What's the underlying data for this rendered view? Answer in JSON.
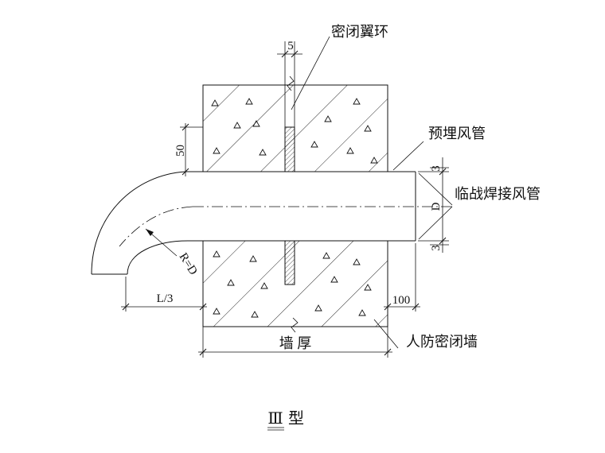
{
  "labels": {
    "seal_ring": "密闭翼环",
    "ring_width": "5",
    "embedded_duct": "预埋风管",
    "offset_50": "50",
    "wall_thk_top": "3",
    "wartime_duct": "临战焊接风管",
    "diameter": "D",
    "wall_thk_bottom": "3",
    "bend_radius": "R=D",
    "bend_length": "L/3",
    "projection": "100",
    "wall_thickness": "墙 厚",
    "wall": "人防密闭墙"
  },
  "title": {
    "numeral": "Ⅲ",
    "suffix": "型"
  }
}
